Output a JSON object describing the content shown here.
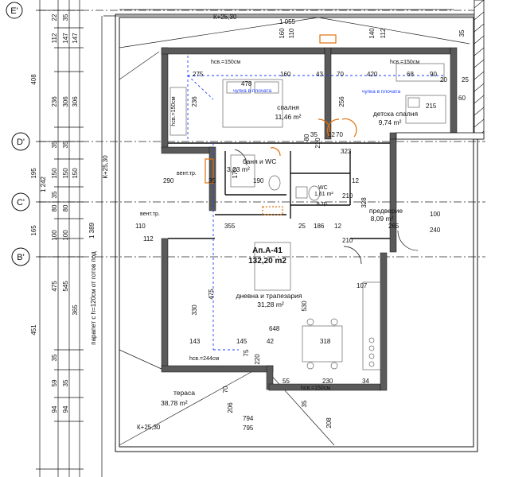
{
  "apartment": {
    "name": "Ап.А-41",
    "area": "132,20 m2"
  },
  "levels": {
    "top": "К+25,30",
    "left": "К+25,30",
    "bottom": "К+25,30"
  },
  "top_dims": {
    "total": "1 055"
  },
  "axes": [
    "E'",
    "D'",
    "C'",
    "B'"
  ],
  "left_dims": {
    "outer": [
      "408",
      "195",
      "165",
      "451"
    ],
    "total": "1 242",
    "col3": [
      "22",
      "112",
      "236",
      "35",
      "150",
      "35",
      "80",
      "100",
      "475",
      "35",
      "59",
      "94"
    ],
    "col4": [
      "35",
      "147",
      "306",
      "35",
      "150",
      "80",
      "100",
      "545",
      "35",
      "94"
    ],
    "col5": [
      "147",
      "306",
      "150",
      "365"
    ],
    "note": "парапет с h=120см от готов под",
    "col6": [
      "1 389"
    ]
  },
  "rooms": [
    {
      "name": "спалня",
      "area": "11,46 m²"
    },
    {
      "name": "детска спалня",
      "area": "9,74 m²"
    },
    {
      "name": "баня и WC",
      "area": "3,23 m²"
    },
    {
      "name": "WC",
      "area": "1,61 m²"
    },
    {
      "name": "предверие",
      "area": "8,09 m²"
    },
    {
      "name": "дневна и трапезария",
      "area": "31,28 m²"
    },
    {
      "name": "тераса",
      "area": "38,78 m²"
    }
  ],
  "notes": {
    "hsw150": "hсв.=150см",
    "hsw244": "hсв.=244см",
    "lintel": "чупка в плочата",
    "vent": "вент.тр.",
    "vent2": "в.тр."
  },
  "inner_dims": [
    "275",
    "478",
    "160",
    "43",
    "70",
    "420",
    "68",
    "90",
    "20",
    "236",
    "256",
    "215",
    "12",
    "35",
    "70",
    "323",
    "210",
    "80",
    "290",
    "190",
    "170",
    "12",
    "210",
    "35",
    "328",
    "100",
    "265",
    "240",
    "110",
    "112",
    "355",
    "25",
    "186",
    "12",
    "210",
    "475",
    "330",
    "530",
    "107",
    "648",
    "143",
    "145",
    "75",
    "42",
    "318",
    "220",
    "55",
    "230",
    "34",
    "794",
    "795",
    "70",
    "206",
    "35",
    "208",
    "160",
    "110",
    "140",
    "112",
    "35",
    "60",
    "25"
  ]
}
